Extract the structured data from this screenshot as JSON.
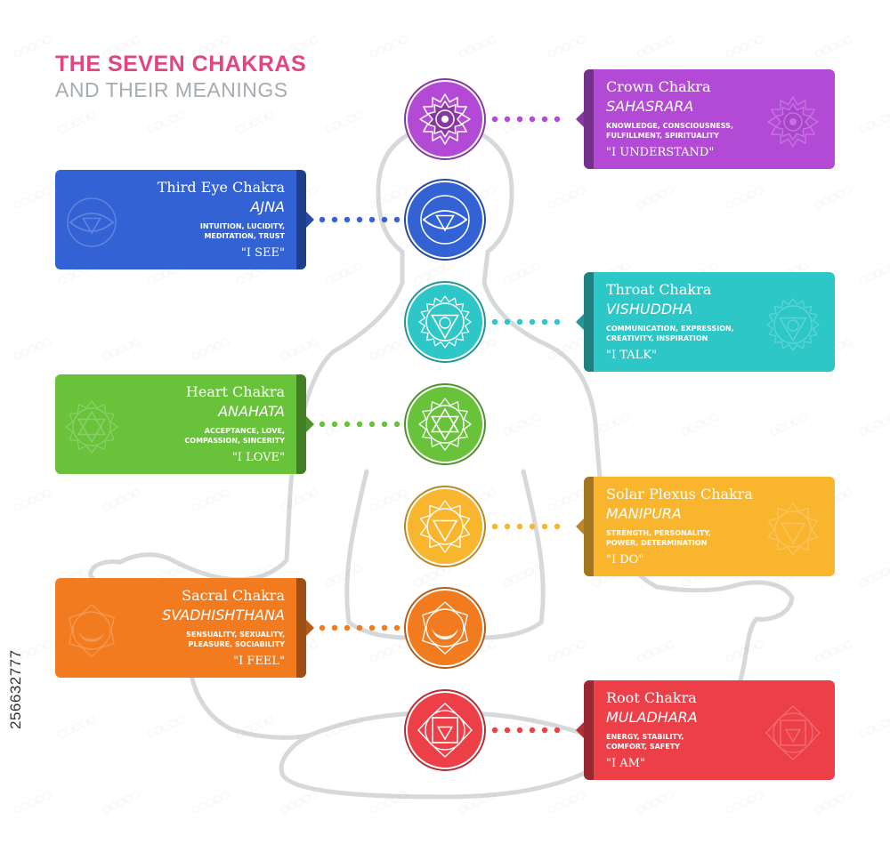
{
  "header": {
    "title": "THE SEVEN CHAKRAS",
    "subtitle": "AND THEIR MEANINGS"
  },
  "stock_id": "256632777",
  "colors": {
    "title": "#e2457f",
    "subtitle": "#a7acb0",
    "body_outline": "#d5d9dc",
    "crown": "#b24ad6",
    "third_eye": "#3262d4",
    "throat": "#2ec7c8",
    "heart": "#68c23a",
    "solar_plexus": "#f9b52e",
    "sacral": "#f27a1f",
    "root": "#ec3f48"
  },
  "chakras": [
    {
      "key": "crown",
      "name": "Crown Chakra",
      "sanskrit": "SAHASRARA",
      "meanings": [
        "KNOWLEDGE, CONSCIOUSNESS,",
        "FULFILLMENT, SPIRITUALITY"
      ],
      "affirmation": "\"I UNDERSTAND\"",
      "side": "right",
      "symbol": "lotus-icon"
    },
    {
      "key": "third_eye",
      "name": "Third Eye Chakra",
      "sanskrit": "AJNA",
      "meanings": [
        "INTUITION, LUCIDITY,",
        "MEDITATION, TRUST"
      ],
      "affirmation": "\"I SEE\"",
      "side": "left",
      "symbol": "eye-triangle-icon"
    },
    {
      "key": "throat",
      "name": "Throat Chakra",
      "sanskrit": "VISHUDDHA",
      "meanings": [
        "COMMUNICATION, EXPRESSION,",
        "CREATIVITY, INSPIRATION"
      ],
      "affirmation": "\"I TALK\"",
      "side": "right",
      "symbol": "down-triangle-circle-icon"
    },
    {
      "key": "heart",
      "name": "Heart Chakra",
      "sanskrit": "ANAHATA",
      "meanings": [
        "ACCEPTANCE, LOVE,",
        "COMPASSION, SINCERITY"
      ],
      "affirmation": "\"I LOVE\"",
      "side": "left",
      "symbol": "hexagram-icon"
    },
    {
      "key": "solar_plexus",
      "name": "Solar Plexus Chakra",
      "sanskrit": "MANIPURA",
      "meanings": [
        "STRENGTH, PERSONALITY,",
        "POWER, DETERMINATION"
      ],
      "affirmation": "\"I DO\"",
      "side": "right",
      "symbol": "down-triangle-icon"
    },
    {
      "key": "sacral",
      "name": "Sacral Chakra",
      "sanskrit": "SVADHISHTHANA",
      "meanings": [
        "SENSUALITY, SEXUALITY,",
        "PLEASURE, SOCIABILITY"
      ],
      "affirmation": "\"I FEEL\"",
      "side": "left",
      "symbol": "crescent-icon"
    },
    {
      "key": "root",
      "name": "Root Chakra",
      "sanskrit": "MULADHARA",
      "meanings": [
        "ENERGY, STABILITY,",
        "COMFORT, SAFETY"
      ],
      "affirmation": "\"I AM\"",
      "side": "right",
      "symbol": "square-triangle-icon"
    }
  ]
}
